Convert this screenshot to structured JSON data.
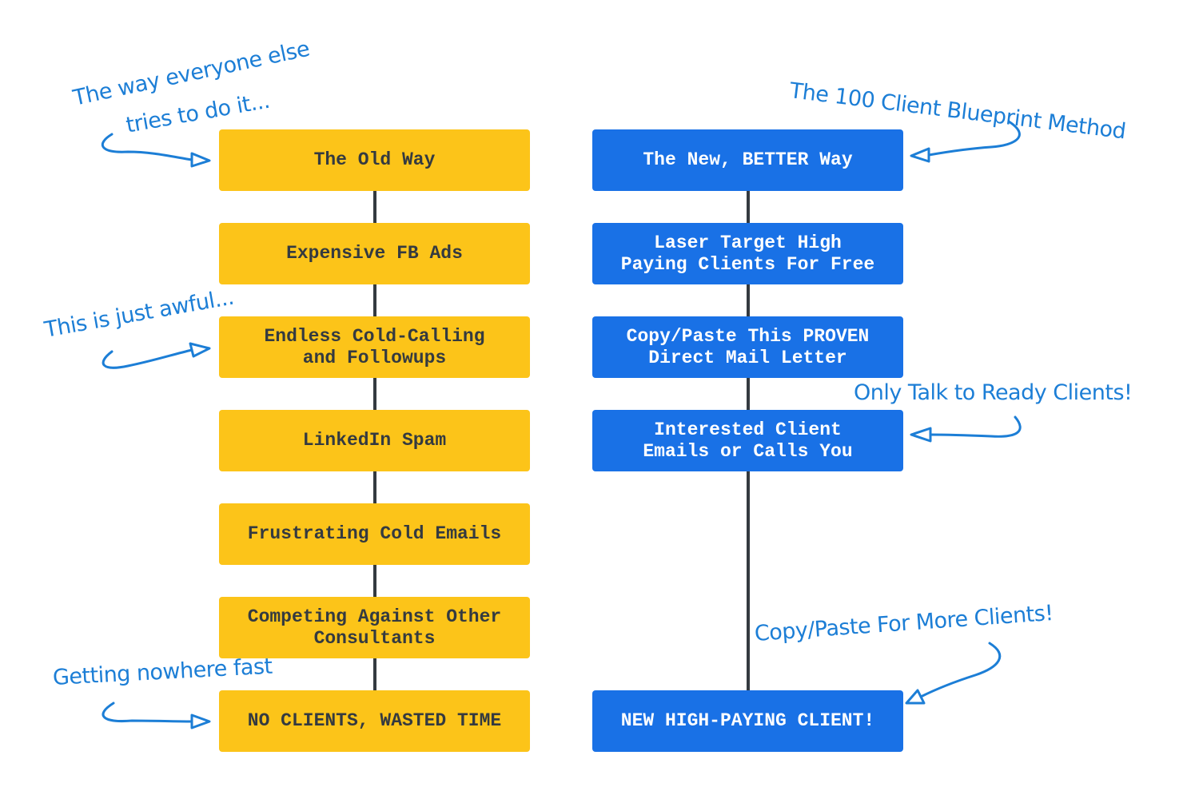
{
  "colors": {
    "old_way_fill": "#fcc419",
    "old_way_text": "#343a40",
    "new_way_fill": "#1971e6",
    "new_way_text": "#ffffff",
    "connector": "#343a40",
    "annotation": "#1c7ed6"
  },
  "old_way": {
    "steps": [
      "The Old Way",
      "Expensive FB Ads",
      "Endless Cold-Calling\nand Followups",
      "LinkedIn Spam",
      "Frustrating Cold Emails",
      "Competing Against Other\nConsultants",
      "NO CLIENTS, WASTED TIME"
    ]
  },
  "new_way": {
    "steps": [
      "The New, BETTER Way",
      "Laser Target High\nPaying Clients For Free",
      "Copy/Paste This PROVEN\nDirect Mail Letter",
      "Interested Client\nEmails or Calls You",
      "NEW HIGH-PAYING CLIENT!"
    ]
  },
  "annotations": {
    "everyone_else_line1": "The way everyone else",
    "everyone_else_line2": "tries to do it...",
    "just_awful": "This is just awful...",
    "nowhere_fast": "Getting nowhere fast",
    "blueprint": "The 100 Client Blueprint Method",
    "ready_clients": "Only Talk to Ready Clients!",
    "more_clients": "Copy/Paste For More Clients!"
  }
}
